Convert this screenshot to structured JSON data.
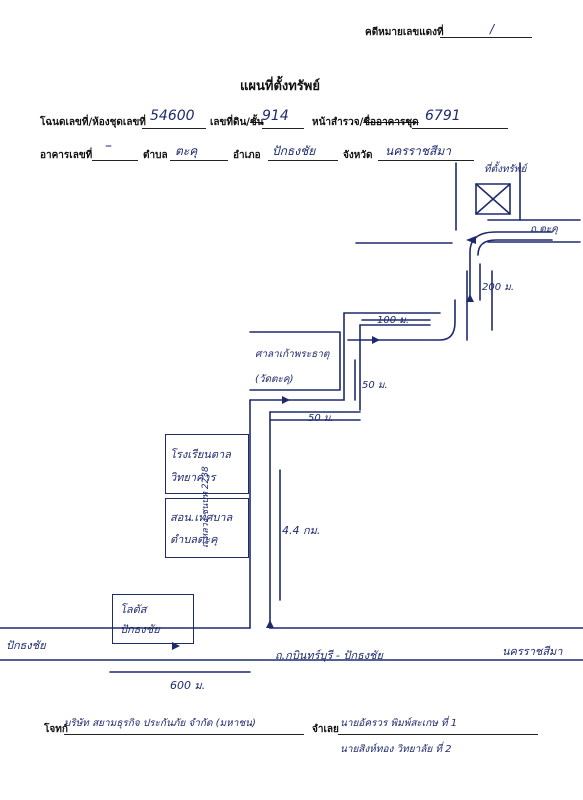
{
  "header": {
    "ref_label": "คดีหมายเลขแดงที่",
    "ref_value": "/"
  },
  "title": "แผนที่ตั้งทรัพย์",
  "form": {
    "deed_label": "โฉนดเลขที่/ห้องชุดเลขที่",
    "deed_value": "54600",
    "land_no_label_a": "เลขที่ดิน/",
    "land_no_label_b": "ชั้น",
    "land_no_value": "914",
    "survey_label_a": "หน้าสำรวจ/",
    "survey_label_b": "ชื่ออาคารชุด",
    "survey_value": "6791",
    "building_label": "อาคารเลขที่",
    "building_value": "–",
    "subdistrict_label": "ตำบล",
    "subdistrict_value": "ตะคุ",
    "district_label": "อำเภอ",
    "district_value": "ปักธงชัย",
    "province_label": "จังหวัด",
    "province_value": "นครราชสีมา"
  },
  "map": {
    "property_label": "ที่ตั้งทรัพย์",
    "road_ttaku": "ถ.ตะคุ",
    "dist_200": "200 ม.",
    "dist_100": "100 ม.",
    "dist_50_vert": "50 ม.",
    "dist_50_horiz": "50 ม.",
    "dist_44km": "4.4 กม.",
    "dist_600": "600 ม.",
    "temple_line1": "ศาลาเก้าพระธาตุ",
    "temple_line2": "(วัดตะคุ)",
    "school_line1": "โรงเรียนตาล",
    "school_line2": "วิทยาคาร",
    "health_line1": "สอน.เทศบาล",
    "health_line2": "ตำบลตะคุ",
    "lotus_line1": "โลตัส",
    "lotus_line2": "ปักธงชัย",
    "road_2238": "ถ.หลวง ชนบท 2238",
    "road_main": "ถ.กบินทร์บุรี - ปักธงชัย",
    "left_road": "ปักธงชัย",
    "right_road": "นครราชสีมา"
  },
  "footer": {
    "plaintiff_label": "โจทก์",
    "plaintiff_value": "บริษัท สยามธุรกิจ ประกันภัย จำกัด (มหาชน)",
    "defendant_label": "จำเลย",
    "defendant_1": "นายอัครวร พิมพ์สะเกษ ที่ 1",
    "defendant_2": "นายสิงห์ทอง วิทยาลัย ที่ 2"
  },
  "colors": {
    "ink": "#1e2a6e",
    "print": "#111111"
  }
}
